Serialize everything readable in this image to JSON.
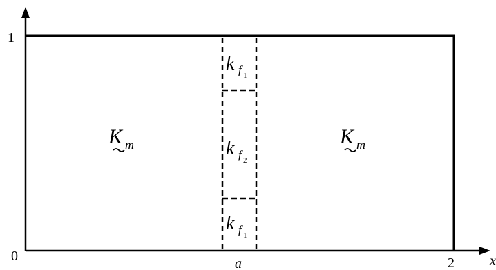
{
  "axes": {
    "x_axis_label": "x",
    "y_tick_top": "1",
    "origin_label": "0",
    "x_tick_a": "a",
    "x_tick_end": "2"
  },
  "regions": {
    "left_matrix": {
      "base": "K",
      "sub": "m"
    },
    "right_matrix": {
      "base": "K",
      "sub": "m"
    },
    "fracture_top": {
      "base": "k",
      "sub": "f",
      "subsub": "1"
    },
    "fracture_middle": {
      "base": "k",
      "sub": "f",
      "subsub": "2"
    },
    "fracture_bottom": {
      "base": "k",
      "sub": "f",
      "subsub": "1"
    }
  }
}
